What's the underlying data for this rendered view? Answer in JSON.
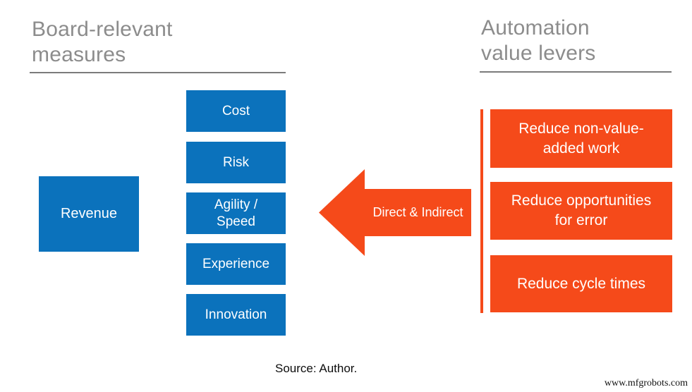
{
  "colors": {
    "blue": "#0b72bc",
    "orange": "#f54a1a",
    "heading_gray": "#8c8c8c",
    "rule_gray": "#7b7b7b"
  },
  "headings": {
    "left": "Board-relevant\nmeasures",
    "right": "Automation\nvalue levers"
  },
  "measures": {
    "revenue": "Revenue",
    "items": [
      "Cost",
      "Risk",
      "Agility / Speed",
      "Experience",
      "Innovation"
    ]
  },
  "arrow": {
    "label": "Direct & Indirect"
  },
  "levers": {
    "items": [
      "Reduce non-value-added work",
      "Reduce opportunities for error",
      "Reduce cycle times"
    ]
  },
  "footer": {
    "source": "Source: Author.",
    "watermark": "www.mfgrobots.com"
  }
}
